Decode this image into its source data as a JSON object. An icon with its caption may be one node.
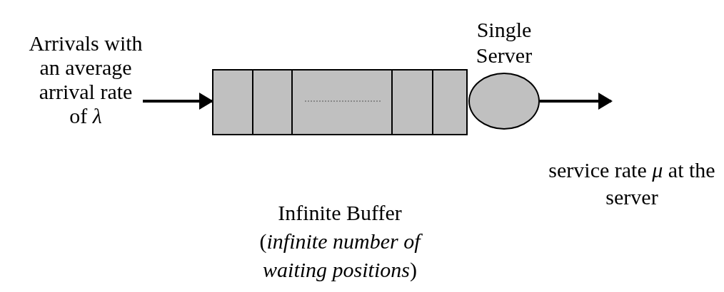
{
  "diagram": {
    "nodes": [
      {
        "text": [
          "Arrivals with an average arrival rate of *λ*"
        ]
      },
      {
        "text": [
          "Infinite Buffer",
          "(*infinite number of waiting positions*)"
        ]
      },
      {
        "text": [
          "Single Server"
        ]
      }
    ],
    "edges": [
      {
        "from": 0,
        "to": 1,
        "arrow": "to"
      },
      {
        "from": 2,
        "to": null,
        "arrow": "to"
      }
    ],
    "labels": [
      "service rate *μ* at the server"
    ]
  }
}
